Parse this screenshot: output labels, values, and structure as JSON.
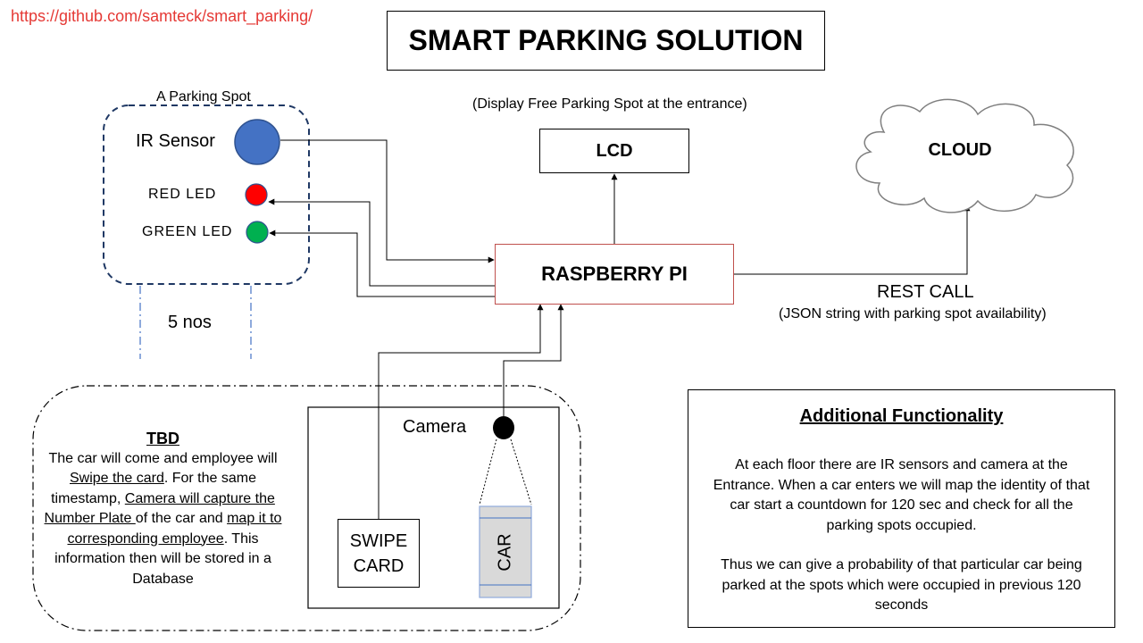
{
  "url": "https://github.com/samteck/smart_parking/",
  "title": "SMART PARKING SOLUTION",
  "parking_spot": {
    "label": "A Parking Spot",
    "ir_sensor": "IR Sensor",
    "red_led": "RED LED",
    "green_led": "GREEN LED",
    "count": "5 nos",
    "colors": {
      "ir": "#4472c4",
      "red": "#ff0000",
      "green": "#00b050"
    }
  },
  "lcd": {
    "caption": "(Display Free Parking Spot at the entrance)",
    "label": "LCD"
  },
  "raspberry_pi": {
    "label": "RASPBERRY PI"
  },
  "cloud": {
    "label": "CLOUD"
  },
  "rest_call": {
    "label": "REST CALL",
    "caption": "(JSON string with parking spot availability)"
  },
  "camera": {
    "label": "Camera"
  },
  "swipe_card": {
    "line1": "SWIPE",
    "line2": "CARD"
  },
  "car": {
    "label": "CAR"
  },
  "tbd": {
    "title": "TBD",
    "seg1": "The car will come and employee will ",
    "seg2": "Swipe the card",
    "seg3": ". For the same timestamp, ",
    "seg4": "Camera will capture the Number Plate ",
    "seg5": "of the car and ",
    "seg6": "map it to corresponding employee",
    "seg7": ". This information then will be stored in a Database"
  },
  "additional": {
    "title": "Additional Functionality",
    "para1": "At each floor there are IR sensors and camera at the Entrance. When a car enters we will map the identity of that car start a countdown for 120 sec and check for all the parking spots occupied.",
    "para2": "Thus we can give a probability of that particular car being parked at the spots which were occupied in previous 120 seconds"
  }
}
